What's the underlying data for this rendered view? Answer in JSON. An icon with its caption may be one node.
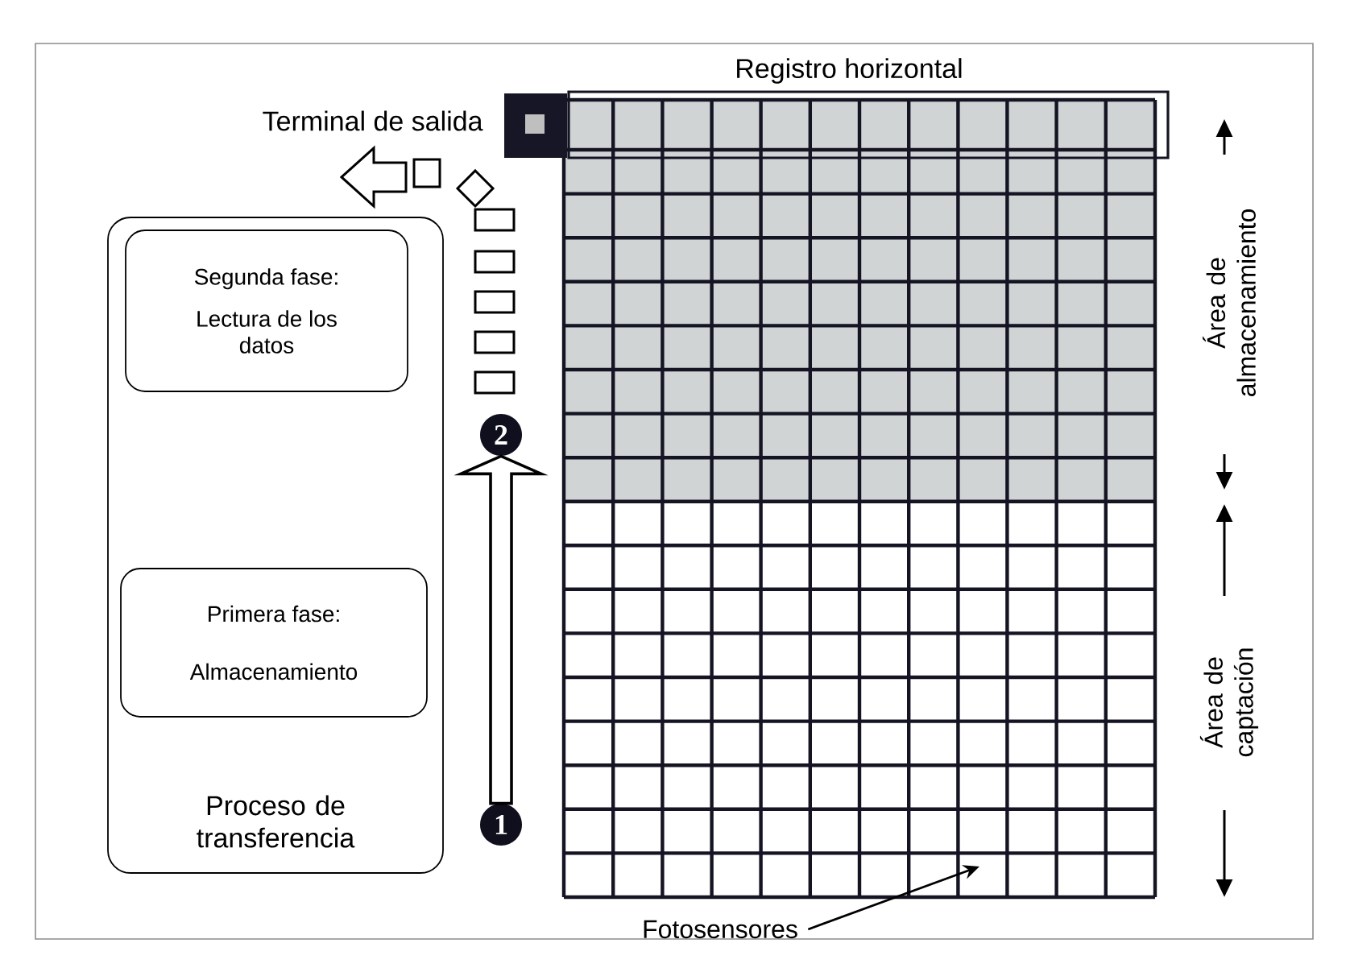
{
  "diagram": {
    "nodes": [
      {
        "text": [
          "Proceso de transferencia"
        ]
      },
      {
        "text": [
          "Segunda fase:",
          "Lectura de los datos"
        ],
        "in": 0
      },
      {
        "text": [
          "Primera fase:",
          "Almacenamiento"
        ],
        "in": 0
      },
      {
        "text": [
          "2"
        ]
      },
      {
        "text": [
          "1"
        ]
      },
      {
        "text": [
          "Fotosensores"
        ]
      }
    ],
    "edges": [
      {
        "from": 4,
        "to": 3,
        "arrow": "to",
        "style": "thick"
      },
      {
        "from": 5,
        "to": null,
        "arrow": "to"
      }
    ],
    "labels": [
      "Registro horizontal",
      "Terminal de salida",
      "Área de almacenamiento",
      "Área de captación"
    ]
  }
}
